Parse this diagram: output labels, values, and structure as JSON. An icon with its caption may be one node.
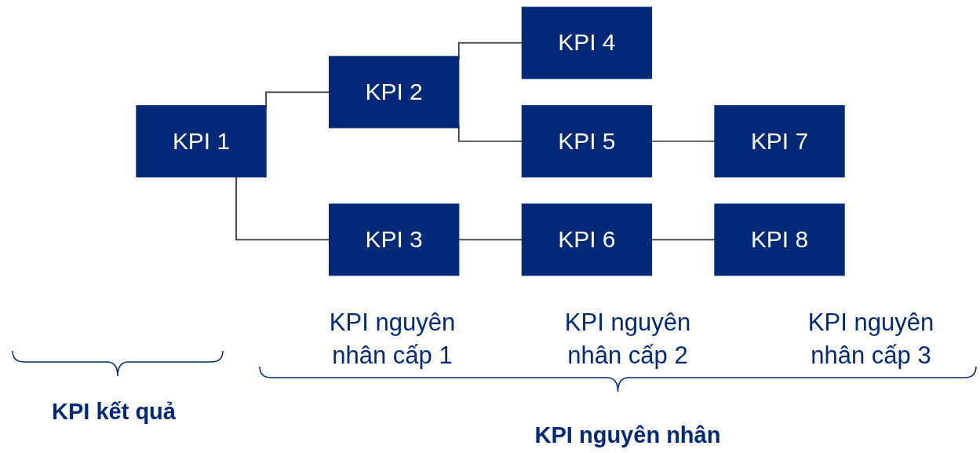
{
  "diagram": {
    "nodes": [
      {
        "text": [
          "KPI 1"
        ]
      },
      {
        "text": [
          "KPI 2"
        ]
      },
      {
        "text": [
          "KPI 3"
        ]
      },
      {
        "text": [
          "KPI 4"
        ]
      },
      {
        "text": [
          "KPI 5"
        ]
      },
      {
        "text": [
          "KPI 6"
        ]
      },
      {
        "text": [
          "KPI 7"
        ]
      },
      {
        "text": [
          "KPI 8"
        ]
      }
    ],
    "edges": [
      {
        "from": 0,
        "to": 1,
        "arrow": "none"
      },
      {
        "from": 0,
        "to": 2,
        "arrow": "none"
      },
      {
        "from": 1,
        "to": 3,
        "arrow": "none"
      },
      {
        "from": 1,
        "to": 4,
        "arrow": "none"
      },
      {
        "from": 2,
        "to": 5,
        "arrow": "none"
      },
      {
        "from": 4,
        "to": 6,
        "arrow": "none"
      },
      {
        "from": 5,
        "to": 7,
        "arrow": "none"
      }
    ],
    "labels": [
      "KPI nguyên nhân cấp 1",
      "KPI nguyên nhân cấp 2",
      "KPI nguyên nhân cấp 3",
      "KPI kết quả",
      "KPI nguyên nhân"
    ]
  }
}
